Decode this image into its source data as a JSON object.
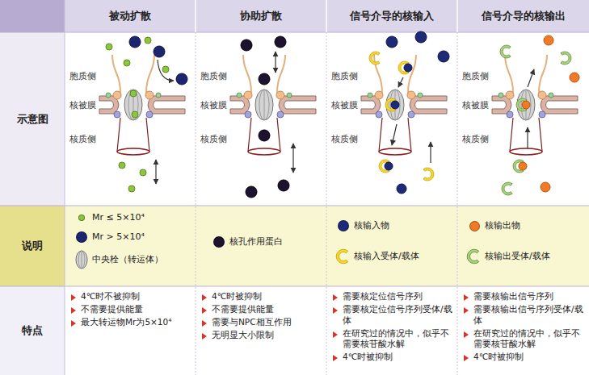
{
  "diagram": {
    "nodes": [
      {
        "text": [
          "被动扩散"
        ]
      },
      {
        "text": [
          "协助扩散"
        ]
      },
      {
        "text": [
          "信号介导的核输入"
        ]
      },
      {
        "text": [
          "信号介导的核输出"
        ]
      },
      {
        "text": [
          "示意图"
        ]
      },
      {
        "text": [
          "说明"
        ]
      },
      {
        "text": [
          "特点"
        ]
      },
      {
        "text": [
          "4℃时不被抑制",
          "不需要提供能量",
          "最大转运物Mr为5×10⁴"
        ]
      },
      {
        "text": [
          "4℃时被抑制",
          "不需要提供能量",
          "需要与NPC相互作用",
          "无明显大小限制"
        ]
      },
      {
        "text": [
          "需要核定位信号序列",
          "需要核定位信号序列受体/载体",
          "在研究过的情况中，似乎不需要核苷酸水解",
          "4℃时被抑制"
        ]
      },
      {
        "text": [
          "需要核输出信号序列",
          "需要核输出信号序列受体/载体",
          "在研究过的情况中，似乎不需要核苷酸水解",
          "4℃时被抑制"
        ]
      }
    ],
    "labels": [
      "胞质侧",
      "核被膜",
      "核质侧",
      "胞质侧",
      "核被膜",
      "核质侧",
      "胞质侧",
      "核被膜",
      "核质侧",
      "胞质侧",
      "核被膜",
      "核质侧"
    ],
    "legend": [
      {
        "text": "Mr ≤ 5×10⁴",
        "color": "#8cc63f"
      },
      {
        "text": "Mr > 5×10⁴",
        "color": "#1c2570"
      },
      {
        "text": "中央栓（转运体）"
      },
      {
        "text": "核孔作用蛋白",
        "color": "#1d1230"
      },
      {
        "text": "核输入物",
        "color": "#1c2a78"
      },
      {
        "text": "核输入受体/载体"
      },
      {
        "text": "核输出物",
        "color": "#f07a25"
      },
      {
        "text": "核输出受体/载体"
      }
    ]
  }
}
